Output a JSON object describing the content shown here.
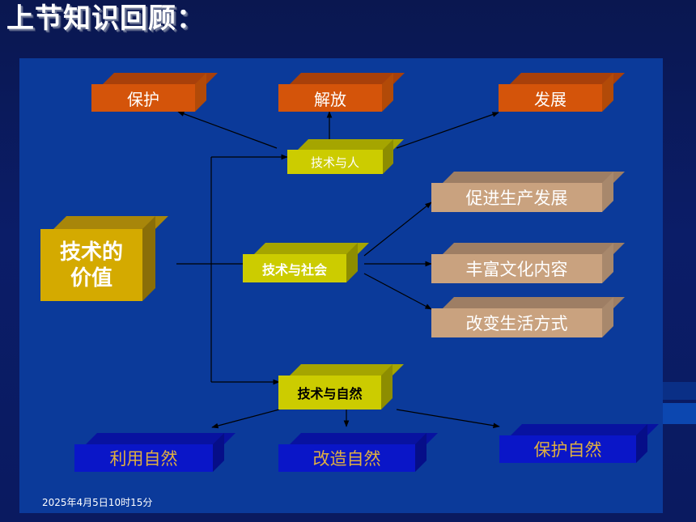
{
  "slide": {
    "title": "上节知识回顾：",
    "footer_date": "2025年4月5日10时15分"
  },
  "diagram": {
    "root": {
      "line1": "技术的",
      "line2": "价值"
    },
    "branches": {
      "human": "技术与人",
      "society": "技术与社会",
      "nature": "技术与自然"
    },
    "human_items": [
      "保护",
      "解放",
      "发展"
    ],
    "society_items": [
      "促进生产发展",
      "丰富文化内容",
      "改变生活方式"
    ],
    "nature_items": [
      "利用自然",
      "改造自然",
      "保护自然"
    ]
  },
  "colors": {
    "background": "#0b1d68",
    "panel": "#0b3a9a",
    "human_item": "#d4540a",
    "society_item": "#c9a27f",
    "nature_item": "#0a16c8",
    "branch": "#cccc00",
    "root": "#d4aa00",
    "arrow": "#000000"
  }
}
